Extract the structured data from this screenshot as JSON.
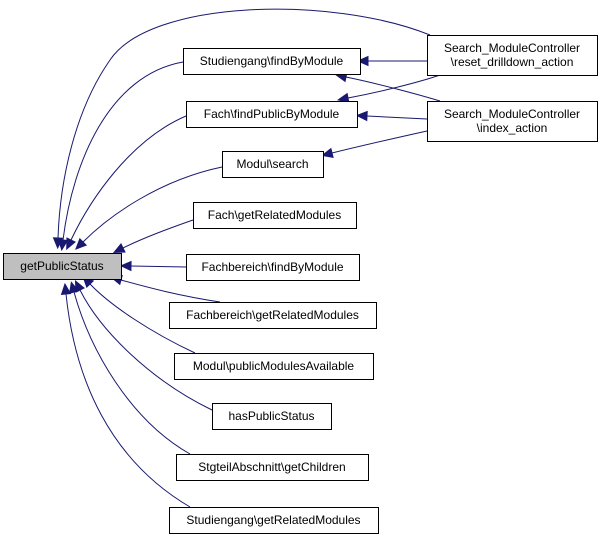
{
  "graph": {
    "nodes": [
      {
        "id": "root",
        "lines": [
          "getPublicStatus"
        ],
        "highlight": true
      },
      {
        "id": "n1",
        "lines": [
          "Studiengang\\findByModule"
        ]
      },
      {
        "id": "n2",
        "lines": [
          "Fach\\findPublicByModule"
        ]
      },
      {
        "id": "n3",
        "lines": [
          "Modul\\search"
        ]
      },
      {
        "id": "n4",
        "lines": [
          "Fach\\getRelatedModules"
        ]
      },
      {
        "id": "n5",
        "lines": [
          "Fachbereich\\findByModule"
        ]
      },
      {
        "id": "n6",
        "lines": [
          "Fachbereich\\getRelatedModules"
        ]
      },
      {
        "id": "n7",
        "lines": [
          "Modul\\publicModulesAvailable"
        ]
      },
      {
        "id": "n8",
        "lines": [
          "hasPublicStatus"
        ]
      },
      {
        "id": "n9",
        "lines": [
          "StgteilAbschnitt\\getChildren"
        ]
      },
      {
        "id": "n10",
        "lines": [
          "Studiengang\\getRelatedModules"
        ]
      },
      {
        "id": "c1",
        "lines": [
          "Search_ModuleController",
          "\\reset_drilldown_action"
        ]
      },
      {
        "id": "c2",
        "lines": [
          "Search_ModuleController",
          "\\index_action"
        ]
      }
    ],
    "edges": [
      {
        "from": "n1",
        "to": "root"
      },
      {
        "from": "n2",
        "to": "root"
      },
      {
        "from": "n3",
        "to": "root"
      },
      {
        "from": "n4",
        "to": "root"
      },
      {
        "from": "n5",
        "to": "root"
      },
      {
        "from": "n6",
        "to": "root"
      },
      {
        "from": "n7",
        "to": "root"
      },
      {
        "from": "n8",
        "to": "root"
      },
      {
        "from": "n9",
        "to": "root"
      },
      {
        "from": "n10",
        "to": "root"
      },
      {
        "from": "c1",
        "to": "root"
      },
      {
        "from": "c1",
        "to": "n1"
      },
      {
        "from": "c1",
        "to": "n2"
      },
      {
        "from": "c2",
        "to": "n1"
      },
      {
        "from": "c2",
        "to": "n2"
      },
      {
        "from": "c2",
        "to": "n3"
      }
    ],
    "colors": {
      "edge": "#191970",
      "root_fill": "#bfbfbf",
      "node_fill": "#ffffff",
      "border": "#000000"
    }
  }
}
